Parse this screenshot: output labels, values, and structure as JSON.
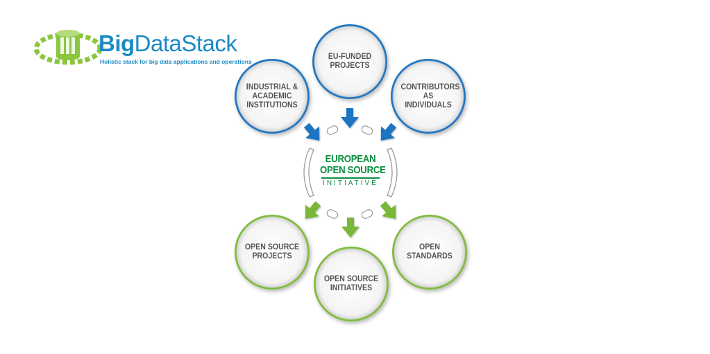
{
  "logo": {
    "word_part1": "Big",
    "word_part2": "DataStack",
    "tagline": "Holistic stack for big data applications and operations"
  },
  "center": {
    "line1": "EUROPEAN",
    "line2": "OPEN SOURCE",
    "line3": "INITIATIVE"
  },
  "inputs": [
    {
      "label": "INDUSTRIAL &\nACADEMIC\nINSTITUTIONS"
    },
    {
      "label": "EU-FUNDED\nPROJECTS"
    },
    {
      "label": "CONTRIBUTORS\nAS INDIVIDUALS"
    }
  ],
  "outputs": [
    {
      "label": "OPEN SOURCE\nPROJECTS"
    },
    {
      "label": "OPEN SOURCE\nINITIATIVES"
    },
    {
      "label": "OPEN\nSTANDARDS"
    }
  ],
  "colors": {
    "brand_blue": "#1b8ac6",
    "input_ring": "#1e74c0",
    "output_ring": "#7ab737",
    "center_green": "#0b8f3f",
    "logo_green": "#8cc63f"
  },
  "icons": {
    "logo": "database-cylinder-icon",
    "arrows_in": "arrow-down-icon",
    "arrows_out": "arrow-down-icon"
  }
}
